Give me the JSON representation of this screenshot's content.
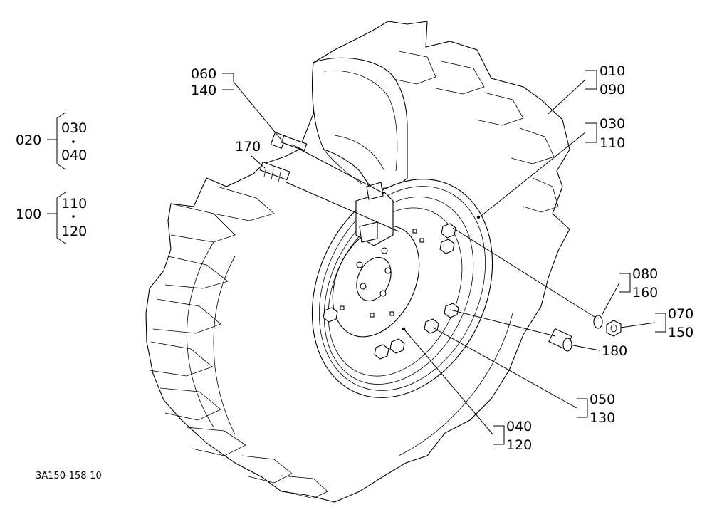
{
  "callouts": {
    "c060": "060",
    "c140": "140",
    "c010": "010",
    "c090": "090",
    "c030b": "030",
    "c110b": "110",
    "c170": "170",
    "c080": "080",
    "c160": "160",
    "c070": "070",
    "c150": "150",
    "c180": "180",
    "c050": "050",
    "c130": "130",
    "c040b": "040",
    "c120b": "120"
  },
  "groups": {
    "g020": {
      "main": "020",
      "a": "030",
      "b": "040"
    },
    "g100": {
      "main": "100",
      "a": "110",
      "b": "120"
    }
  },
  "drawing_ref": "3A150-158-10"
}
